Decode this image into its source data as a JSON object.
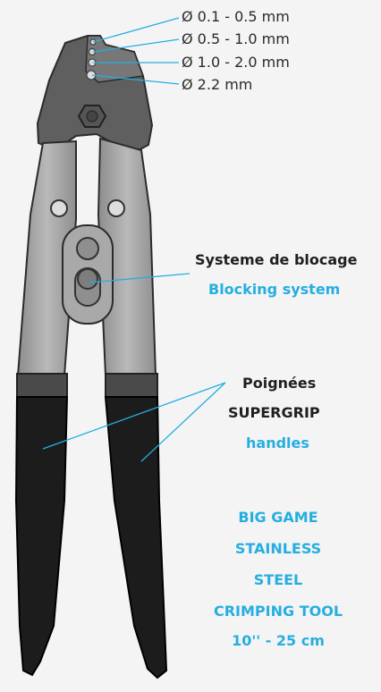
{
  "sizes": [
    "Ø 0.1 - 0.5 mm",
    "Ø 0.5 - 1.0 mm",
    "Ø 1.0 - 2.0 mm",
    "Ø 2.2 mm"
  ],
  "blocking": {
    "fr": "Systeme de blocage",
    "en": "Blocking system"
  },
  "handles": {
    "fr": "Poignées",
    "brand": "SUPERGRIP",
    "en": "handles"
  },
  "product": {
    "line1": "BIG GAME",
    "line2": "STAINLESS",
    "line3": "STEEL",
    "line4": "CRIMPING TOOL",
    "line5": "10'' - 25 cm"
  },
  "colors": {
    "accent": "#26aee0",
    "metal": "#9a9a9a",
    "grip": "#1c1c1c",
    "jaw": "#6a6a6a"
  }
}
